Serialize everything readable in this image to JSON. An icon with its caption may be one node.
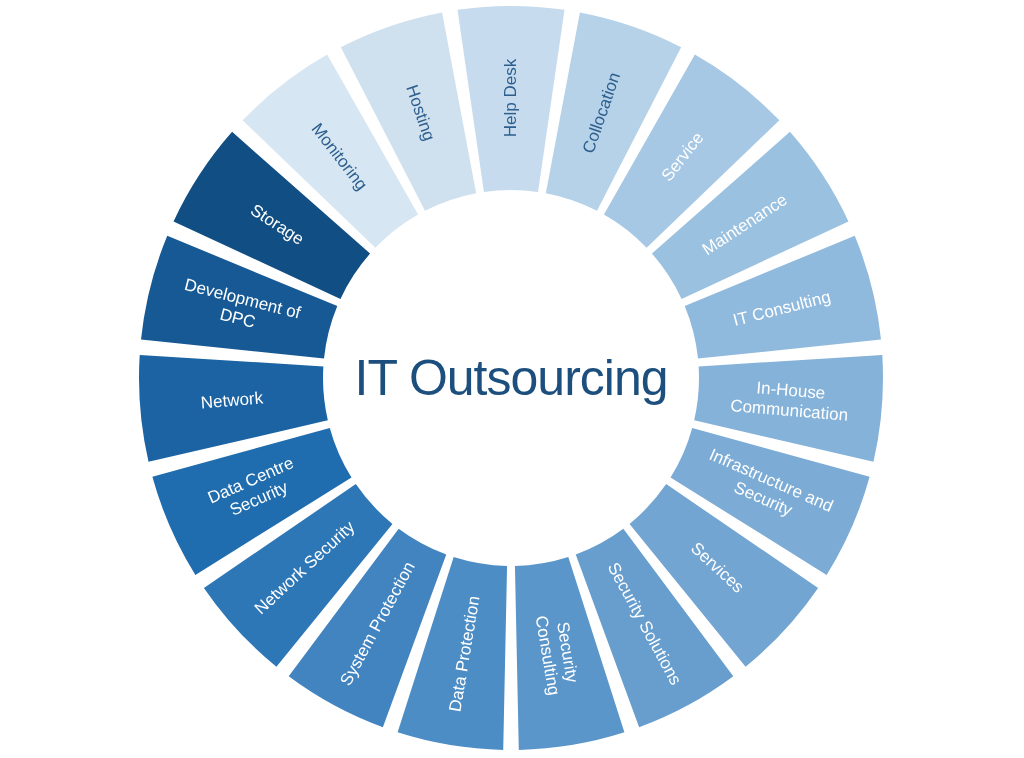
{
  "diagram": {
    "title": "IT Outsourcing",
    "nodes": [
      {
        "text": [
          "Help Desk"
        ]
      },
      {
        "text": [
          "Collocation"
        ]
      },
      {
        "text": [
          "Service"
        ]
      },
      {
        "text": [
          "Maintenance"
        ]
      },
      {
        "text": [
          "IT Consulting"
        ]
      },
      {
        "text": [
          "In-House Communication"
        ]
      },
      {
        "text": [
          "Infrastructure and Security"
        ]
      },
      {
        "text": [
          "Services"
        ]
      },
      {
        "text": [
          "Security Solutions"
        ]
      },
      {
        "text": [
          "Security Consulting"
        ]
      },
      {
        "text": [
          "Data Protection"
        ]
      },
      {
        "text": [
          "System Protection"
        ]
      },
      {
        "text": [
          "Network Security"
        ]
      },
      {
        "text": [
          "Data Centre Security"
        ]
      },
      {
        "text": [
          "Network"
        ]
      },
      {
        "text": [
          "Development of DPC"
        ]
      },
      {
        "text": [
          "Storage"
        ]
      },
      {
        "text": [
          "Monitoring"
        ]
      },
      {
        "text": [
          "Hosting"
        ]
      }
    ]
  }
}
